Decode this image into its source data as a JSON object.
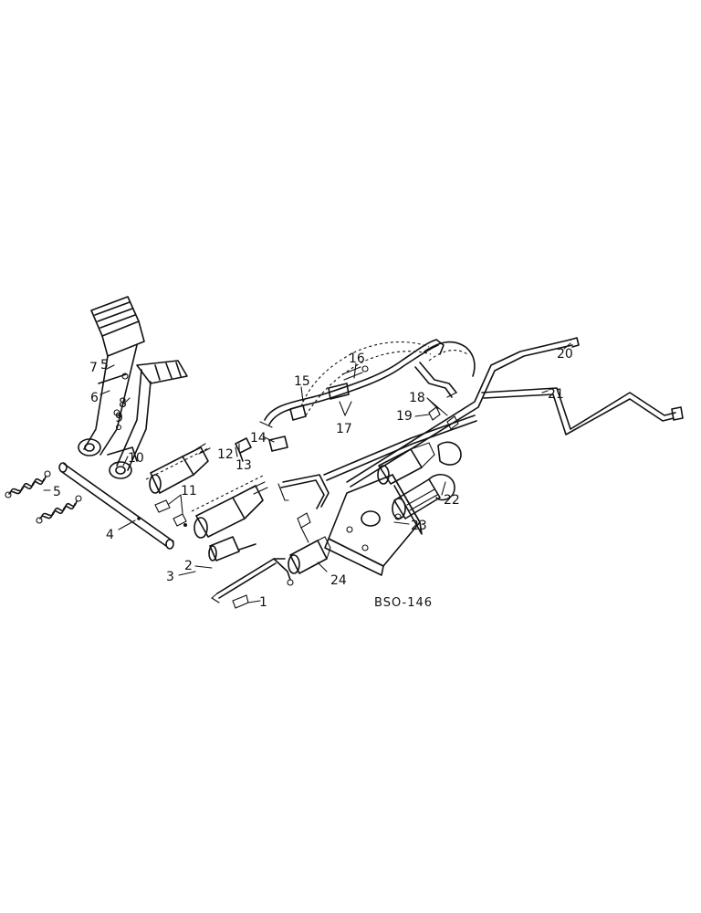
{
  "diagram": {
    "drawing_code": "BSO-146",
    "callouts": [
      {
        "id": "c1",
        "text": "1"
      },
      {
        "id": "c2",
        "text": "2"
      },
      {
        "id": "c3",
        "text": "3"
      },
      {
        "id": "c4",
        "text": "4"
      },
      {
        "id": "c5",
        "text": "5"
      },
      {
        "id": "c6",
        "text": "6"
      },
      {
        "id": "c7",
        "text": "7"
      },
      {
        "id": "c5b",
        "text": "5"
      },
      {
        "id": "c8",
        "text": "8"
      },
      {
        "id": "c9",
        "text": "9"
      },
      {
        "id": "c10",
        "text": "10"
      },
      {
        "id": "c11",
        "text": "11"
      },
      {
        "id": "c12",
        "text": "12"
      },
      {
        "id": "c13",
        "text": "13"
      },
      {
        "id": "c14",
        "text": "14"
      },
      {
        "id": "c15",
        "text": "15"
      },
      {
        "id": "c16",
        "text": "16"
      },
      {
        "id": "c17",
        "text": "17"
      },
      {
        "id": "c18",
        "text": "18"
      },
      {
        "id": "c19",
        "text": "19"
      },
      {
        "id": "c20",
        "text": "20"
      },
      {
        "id": "c21",
        "text": "21"
      },
      {
        "id": "c22",
        "text": "22"
      },
      {
        "id": "c23",
        "text": "23"
      },
      {
        "id": "c24",
        "text": "24"
      }
    ]
  }
}
